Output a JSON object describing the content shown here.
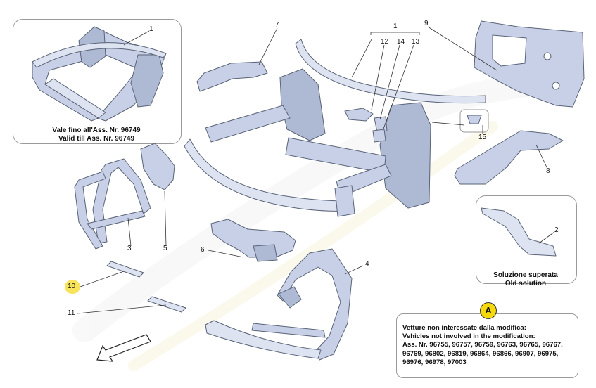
{
  "colors": {
    "part_fill": "#c7d0e6",
    "part_stroke": "#5a6478",
    "highlight": "#f7e04a",
    "badge": "#f5d90a"
  },
  "panels": {
    "valid_till": {
      "line1": "Vale fino all'Ass. Nr. 96749",
      "line2": "Valid till Ass. Nr. 96749"
    },
    "old_solution": {
      "line1": "Soluzione superata",
      "line2": "Old solution"
    }
  },
  "note": {
    "badge": "A",
    "lines": [
      "Vetture non interessate dalla modifica:",
      "Vehicles not involved in the modification:",
      "Ass. Nr. 96755, 96757, 96759, 96763, 96765, 96767,",
      "96769, 96802, 96819, 96864, 96866, 96907, 96975,",
      "96976, 96978, 97003"
    ]
  },
  "callouts": {
    "c1_inset": "1",
    "c1_main": "1",
    "c2": "2",
    "c3": "3",
    "c4": "4",
    "c5": "5",
    "c6": "6",
    "c7": "7",
    "c8": "8",
    "c9": "9",
    "c10": "10",
    "c11": "11",
    "c12": "12",
    "c13": "13",
    "c14": "14",
    "c15": "15"
  }
}
